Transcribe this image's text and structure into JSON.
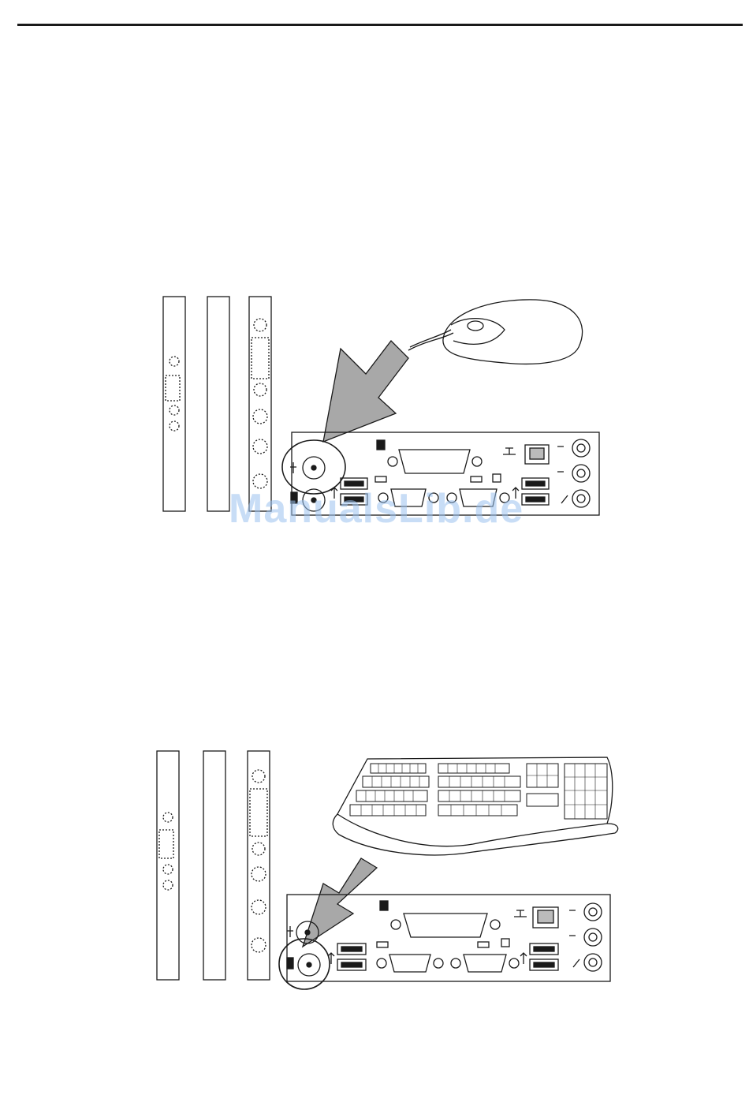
{
  "page": {
    "watermark": "ManualsLib.de"
  },
  "figures": [
    {
      "id": "mouse-connection",
      "highlighted_port": "ps2-mouse-port",
      "device": "mouse"
    },
    {
      "id": "keyboard-connection",
      "highlighted_port": "ps2-keyboard-port",
      "device": "keyboard"
    }
  ],
  "colors": {
    "line": "#1a1a1a",
    "arrow": "#a8a8a8",
    "watermark": "#9cc3ef"
  }
}
